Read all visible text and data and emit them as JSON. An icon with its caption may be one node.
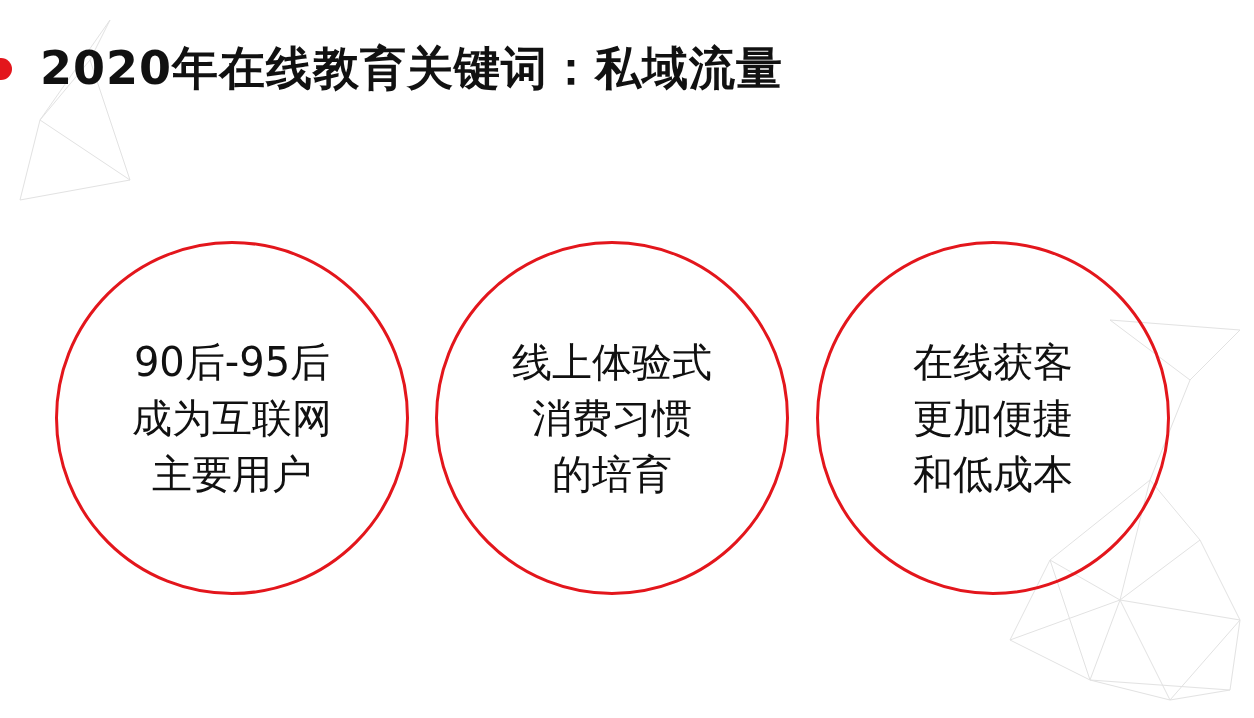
{
  "diagram": {
    "title": "2020年在线教育关键词：私域流量",
    "nodes": [
      {
        "text": [
          "90后-95后成为互联网主要用户"
        ]
      },
      {
        "text": [
          "线上体验式消费习惯的培育"
        ]
      },
      {
        "text": [
          "在线获客更加便捷和低成本"
        ]
      }
    ]
  }
}
